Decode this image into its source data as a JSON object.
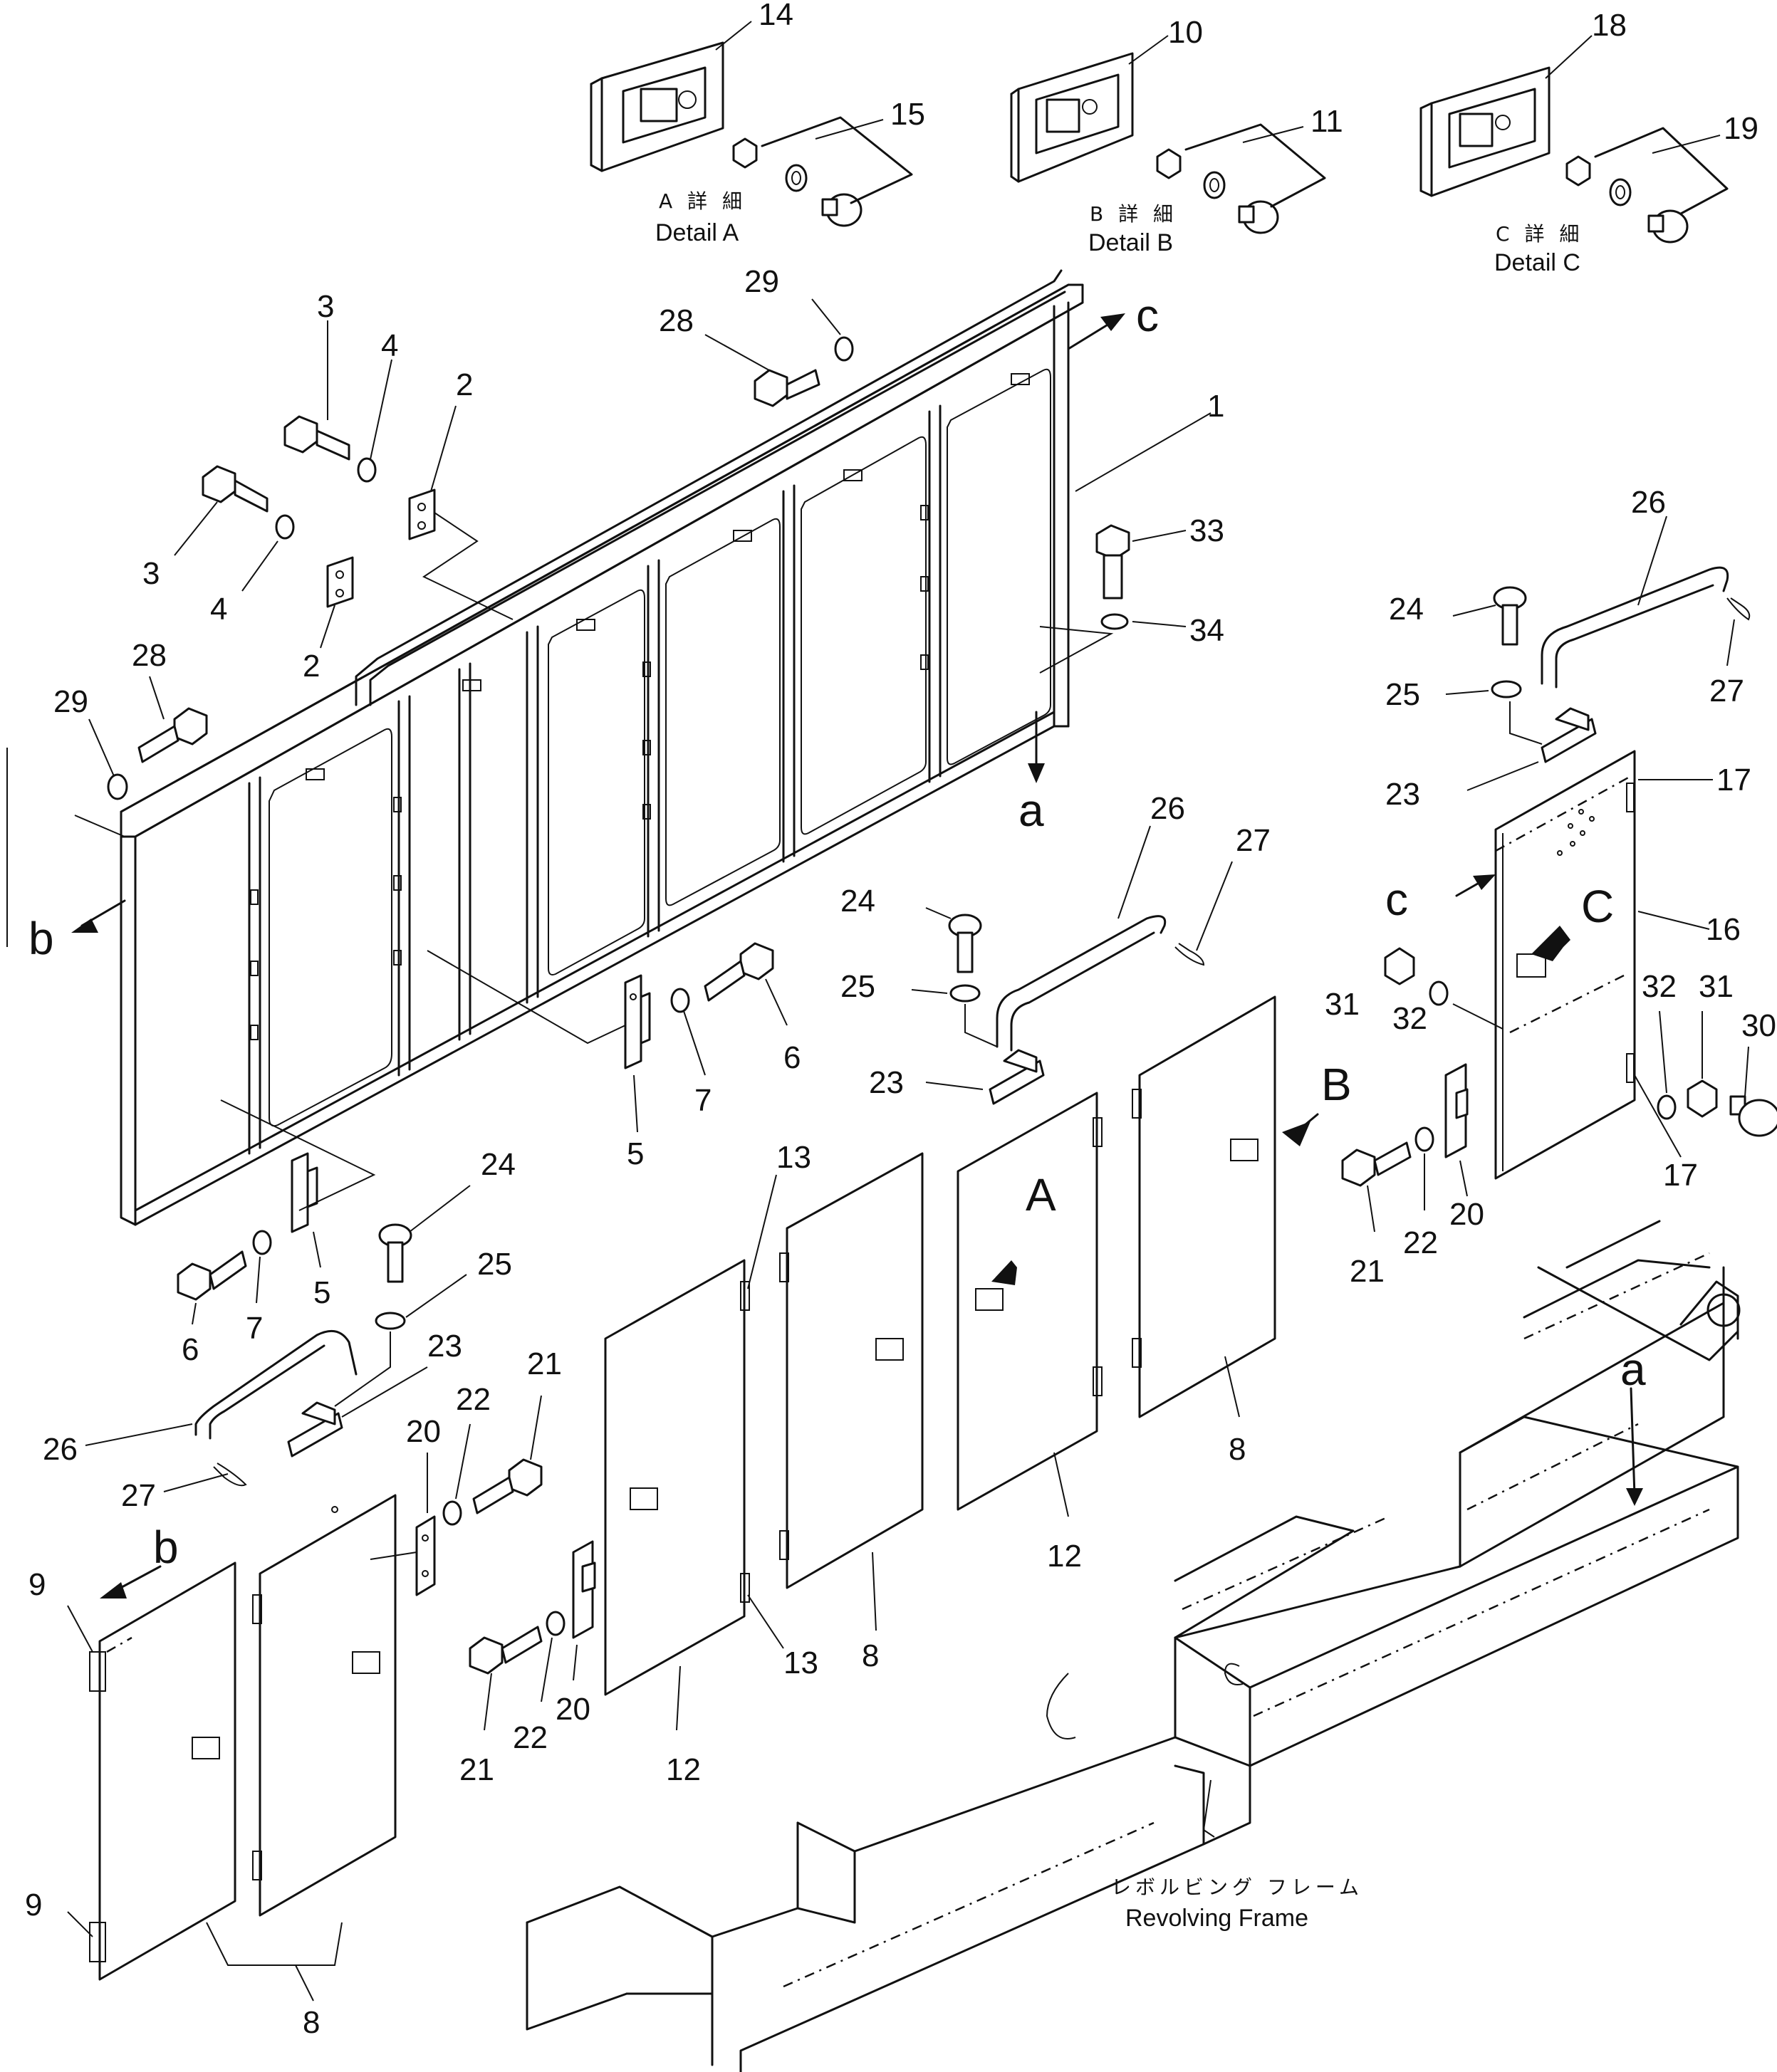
{
  "details": {
    "a": {
      "jp": "A 詳 細",
      "en": "Detail A",
      "parts": [
        "14",
        "15"
      ]
    },
    "b": {
      "jp": "B 詳 細",
      "en": "Detail B",
      "parts": [
        "10",
        "11"
      ]
    },
    "c": {
      "jp": "C 詳 細",
      "en": "Detail C",
      "parts": [
        "18",
        "19"
      ]
    }
  },
  "view_markers": {
    "big_a": "A",
    "big_b": "B",
    "big_c": "C",
    "small_a": "a",
    "small_b": "b",
    "small_c": "c"
  },
  "frame_caption": {
    "jp": "レボルビング フレーム",
    "en": "Revolving Frame"
  },
  "callouts": {
    "p1": "1",
    "p2": "2",
    "p3": "3",
    "p4": "4",
    "p5": "5",
    "p6": "6",
    "p7": "7",
    "p8": "8",
    "p9": "9",
    "p10": "10",
    "p11": "11",
    "p12": "12",
    "p13": "13",
    "p14": "14",
    "p15": "15",
    "p16": "16",
    "p17": "17",
    "p18": "18",
    "p19": "19",
    "p20": "20",
    "p21": "21",
    "p22": "22",
    "p23": "23",
    "p24": "24",
    "p25": "25",
    "p26": "26",
    "p27": "27",
    "p28": "28",
    "p29": "29",
    "p30": "30",
    "p31": "31",
    "p32": "32",
    "p33": "33",
    "p34": "34"
  }
}
